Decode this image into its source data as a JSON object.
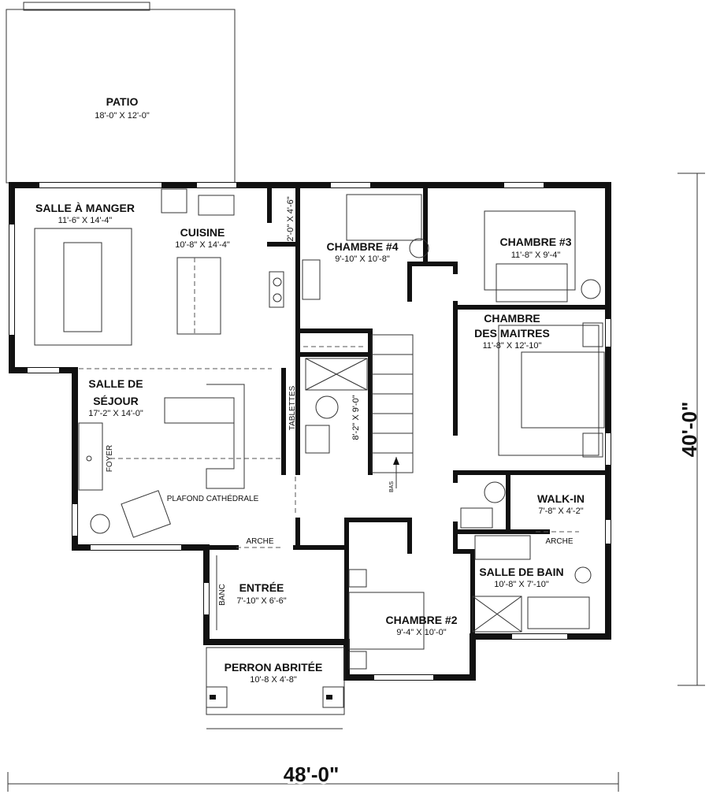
{
  "rooms": {
    "patio": {
      "name": "PATIO",
      "dims": "18'-0\" X 12'-0\""
    },
    "dining": {
      "name": "SALLE À MANGER",
      "dims": "11'-6\" X 14'-4\""
    },
    "kitchen": {
      "name": "CUISINE",
      "dims": "10'-8\" X 14'-4\""
    },
    "pantry": {
      "dims": "2'-0\" X 4'-6\""
    },
    "bedroom4": {
      "name": "CHAMBRE #4",
      "dims": "9'-10\" X 10'-8\""
    },
    "bedroom3": {
      "name": "CHAMBRE #3",
      "dims": "11'-8\" X 9'-4\""
    },
    "master": {
      "name1": "CHAMBRE",
      "name2": "DES MAITRES",
      "dims": "11'-8\" X 12'-10\""
    },
    "living": {
      "name1": "SALLE DE",
      "name2": "SÉJOUR",
      "dims": "17'-2\" X 14'-0\""
    },
    "powder": {
      "dims": "8'-2\" X 9'-0\""
    },
    "walkin": {
      "name": "WALK-IN",
      "dims": "7'-8\" X 4'-2\""
    },
    "entry": {
      "name": "ENTRÉE",
      "dims": "7'-10\" X 6'-6\""
    },
    "bedroom2": {
      "name": "CHAMBRE #2",
      "dims": "9'-4\" X 10'-0\""
    },
    "bath": {
      "name": "SALLE DE BAIN",
      "dims": "10'-8\" X 7'-10\""
    },
    "porch": {
      "name": "PERRON ABRITÉE",
      "dims": "10'-8 X 4'-8\""
    }
  },
  "labels": {
    "shelves": "TABLETTES",
    "fireplace": "FOYER",
    "ceiling": "PLAFOND CATHÉDRALE",
    "arch": "ARCHE",
    "bench": "BANC",
    "stairs_down": "BAS"
  },
  "dimensions": {
    "depth": "40'-0\"",
    "width": "48'-0\""
  }
}
